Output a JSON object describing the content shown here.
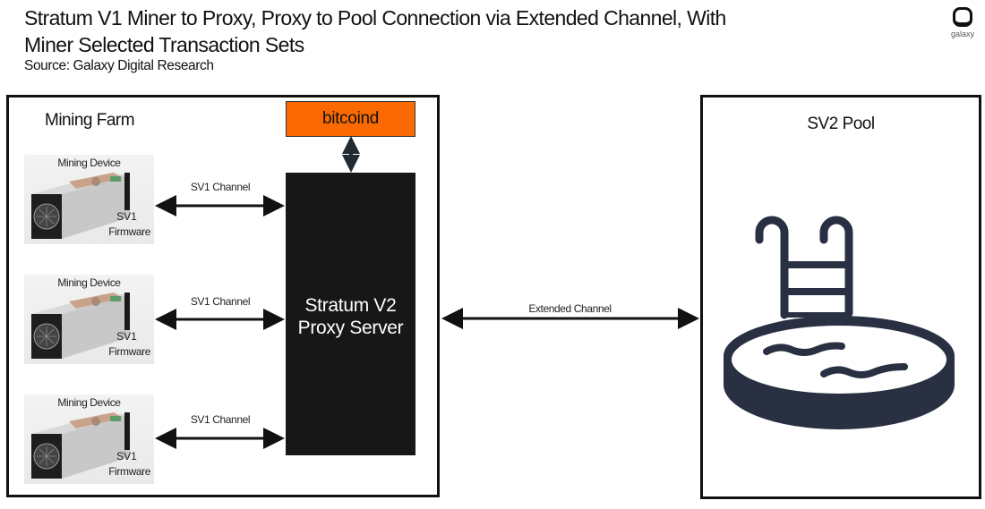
{
  "header": {
    "title": "Stratum V1 Miner to Proxy, Proxy to Pool Connection via Extended Channel, With Miner Selected Transaction Sets",
    "source": "Source: Galaxy Digital Research",
    "logo_text": "galaxy"
  },
  "colors": {
    "bitcoind": "#fb6a02",
    "proxy": "#171717",
    "pool_icon": "#283042",
    "border": "#111111"
  },
  "mining_farm": {
    "label": "Mining Farm",
    "devices": [
      {
        "title": "Mining Device",
        "firmware_line1": "SV1",
        "firmware_line2": "Firmware",
        "channel_label": "SV1 Channel"
      },
      {
        "title": "Mining Device",
        "firmware_line1": "SV1",
        "firmware_line2": "Firmware",
        "channel_label": "SV1 Channel"
      },
      {
        "title": "Mining Device",
        "firmware_line1": "SV1",
        "firmware_line2": "Firmware",
        "channel_label": "SV1 Channel"
      }
    ]
  },
  "bitcoind": {
    "label": "bitcoind"
  },
  "proxy": {
    "line1": "Stratum V2",
    "line2": "Proxy Server"
  },
  "extended_channel": {
    "label": "Extended Channel"
  },
  "pool": {
    "label": "SV2 Pool",
    "icon": "swimming-pool-icon"
  }
}
